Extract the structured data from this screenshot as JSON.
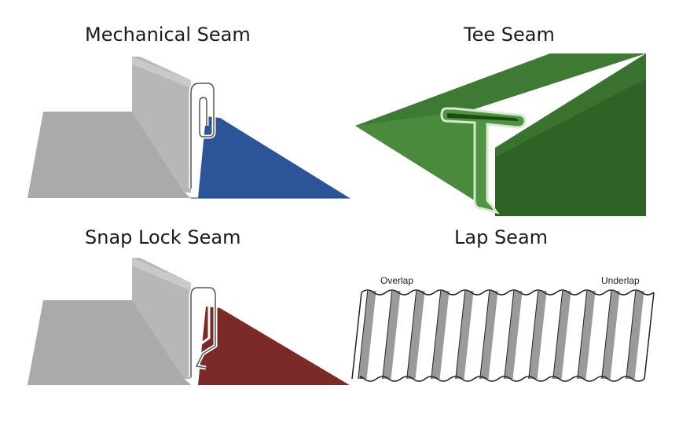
{
  "panels": {
    "mechanical": {
      "title": "Mechanical Seam",
      "panel_color": "#2b5597"
    },
    "tee": {
      "title": "Tee Seam",
      "panel_color": "#3f7a34"
    },
    "snap_lock": {
      "title": "Snap Lock Seam",
      "panel_color": "#7b2a27"
    },
    "lap": {
      "title": "Lap Seam",
      "overlap_label": "Overlap",
      "underlap_label": "Underlap"
    }
  },
  "colors": {
    "gray_panel": "#a9aaac",
    "gray_dark": "#8d8e90",
    "outline": "#1c1c1c"
  }
}
